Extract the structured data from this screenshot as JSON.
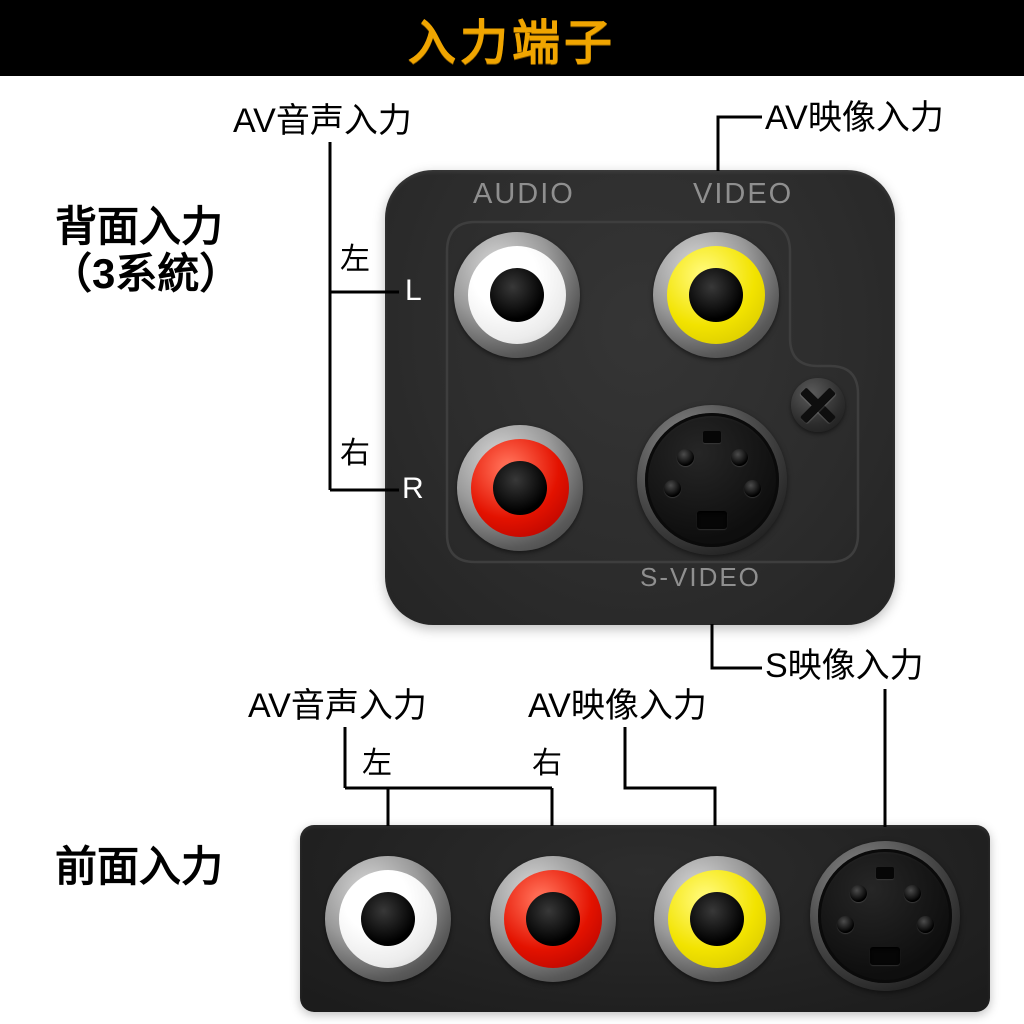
{
  "header": {
    "title": "入力端子"
  },
  "rear": {
    "section_label_line1": "背面入力",
    "section_label_line2": "（3系統）",
    "panel_labels": {
      "audio": "AUDIO",
      "video": "VIDEO",
      "svideo": "S-VIDEO",
      "l": "L",
      "r": "R"
    },
    "callouts": {
      "av_audio": "AV音声入力",
      "av_video": "AV映像入力",
      "left": "左",
      "right": "右"
    }
  },
  "svideo_callout": "S映像入力",
  "front": {
    "section_label": "前面入力",
    "callouts": {
      "av_audio": "AV音声入力",
      "av_video": "AV映像入力",
      "left": "左",
      "right": "右"
    }
  },
  "colors": {
    "accent_gold": "#f0a500",
    "panel_dark": "#2c2c2c",
    "jack_white": "#ffffff",
    "jack_yellow": "#f2e300",
    "jack_red": "#e31200"
  }
}
